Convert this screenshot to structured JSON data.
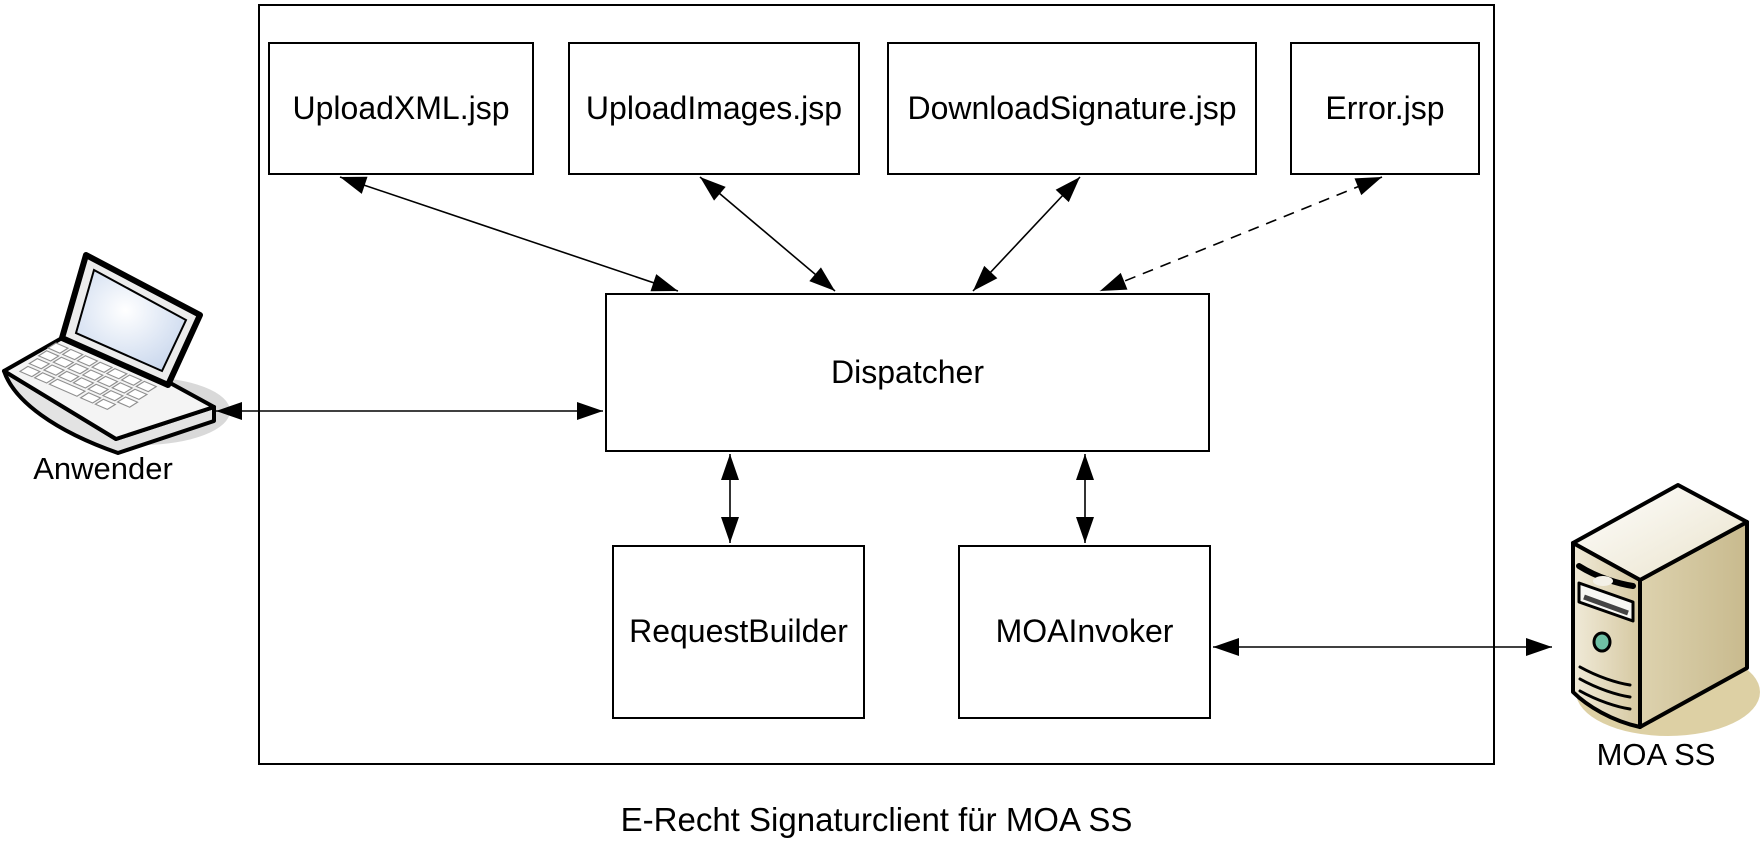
{
  "diagram": {
    "caption": "E-Recht Signaturclient für MOA SS",
    "nodes": {
      "upload_xml": "UploadXML.jsp",
      "upload_images": "UploadImages.jsp",
      "download_signature": "DownloadSignature.jsp",
      "error": "Error.jsp",
      "dispatcher": "Dispatcher",
      "request_builder": "RequestBuilder",
      "moa_invoker": "MOAInvoker"
    },
    "actors": {
      "user": "Anwender",
      "server": "MOA SS"
    },
    "edges": [
      {
        "from": "UploadXML.jsp",
        "to": "Dispatcher",
        "style": "solid",
        "bidirectional": true
      },
      {
        "from": "UploadImages.jsp",
        "to": "Dispatcher",
        "style": "solid",
        "bidirectional": true
      },
      {
        "from": "DownloadSignature.jsp",
        "to": "Dispatcher",
        "style": "solid",
        "bidirectional": true
      },
      {
        "from": "Error.jsp",
        "to": "Dispatcher",
        "style": "dashed",
        "bidirectional": true
      },
      {
        "from": "Anwender",
        "to": "Dispatcher",
        "style": "solid",
        "bidirectional": true
      },
      {
        "from": "Dispatcher",
        "to": "RequestBuilder",
        "style": "solid",
        "bidirectional": true
      },
      {
        "from": "Dispatcher",
        "to": "MOAInvoker",
        "style": "solid",
        "bidirectional": true
      },
      {
        "from": "MOAInvoker",
        "to": "MOA SS",
        "style": "solid",
        "bidirectional": true
      }
    ],
    "colors": {
      "line": "#000000",
      "box_fill": "#ffffff",
      "laptop_screen": "#d7e1f2",
      "laptop_shadow": "#d9d9d9",
      "server_front": "#ece5d0",
      "server_side": "#cfc29a",
      "server_top": "#f6f3e8",
      "server_shadow": "#ddd0a4",
      "server_button": "#6fc0a4"
    }
  }
}
